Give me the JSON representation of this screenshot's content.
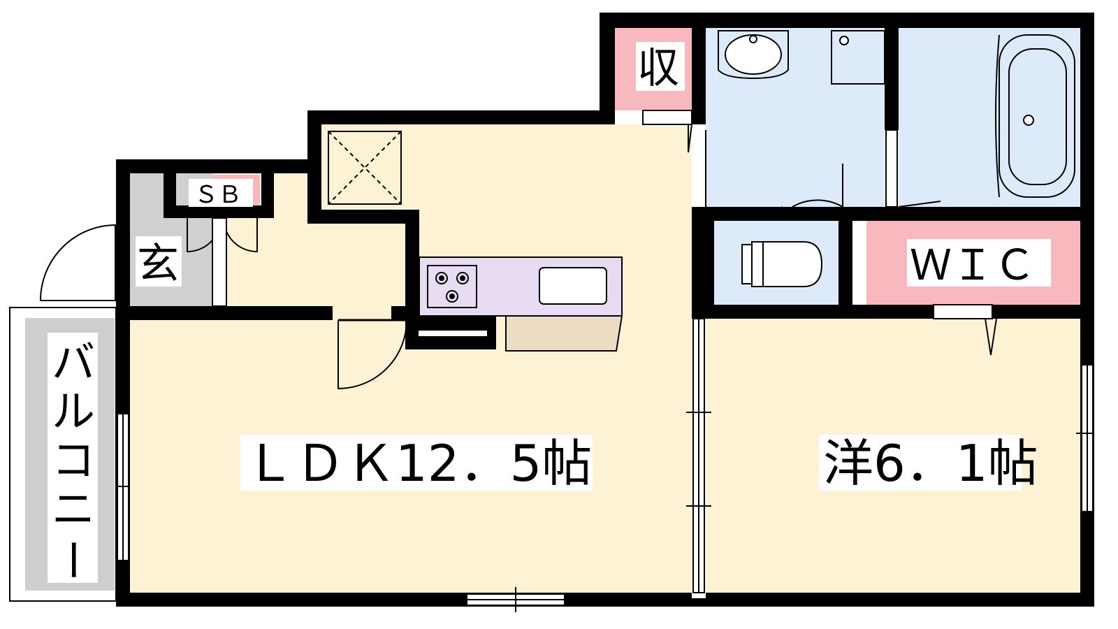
{
  "rooms": {
    "ldk": "ＬＤＫ12．5帖",
    "western": "洋6．1帖",
    "wic": "ＷＩＣ",
    "storage": "収",
    "shoe_box": "ＳＢ",
    "entrance": "玄",
    "balcony": [
      "バ",
      "ル",
      "コ",
      "ニ",
      "ー"
    ]
  },
  "colors": {
    "living": "#fdf2d3",
    "wet_area": "#dceaf9",
    "storage": "#f7b9bd",
    "kitchen_counter": "#e8dcf2",
    "entrance_floor": "#d0d0d0",
    "balcony": "#cfcfcf",
    "wall": "#000000"
  }
}
